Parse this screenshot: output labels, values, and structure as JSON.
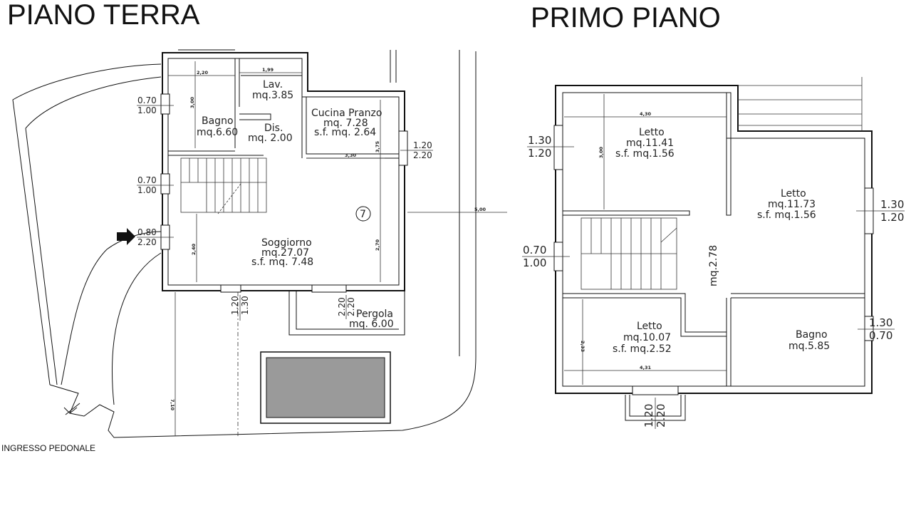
{
  "titles": {
    "ground": "PIANO TERRA",
    "first": "PRIMO PIANO"
  },
  "entrance": "INGRESSO PEDONALE",
  "ground": {
    "bagno": {
      "name": "Bagno",
      "area": "mq.6.60"
    },
    "lav": {
      "name": "Lav.",
      "area": "mq.3.85"
    },
    "dis": {
      "name": "Dis.",
      "area": "mq. 2.00"
    },
    "cucina": {
      "name": "Cucina Pranzo",
      "area": "mq. 7.28",
      "sf": "s.f. mq. 2.64"
    },
    "soggiorno": {
      "name": "Soggiorno",
      "area": "mq.27.07",
      "sf": "s.f. mq. 7.48"
    },
    "pergola": {
      "name": "Pergola",
      "area": "mq. 6.00"
    },
    "unit_number": "7",
    "dims": {
      "d220": "2,20",
      "d199": "1,99",
      "d300": "3,00",
      "d330": "3,30",
      "d375": "3,75",
      "d240": "2,40",
      "d270": "2,70",
      "d500": "5,00",
      "d710": "7,10"
    },
    "windows": {
      "w1": {
        "top": "0.70",
        "bottom": "1.00"
      },
      "w2": {
        "top": "0.70",
        "bottom": "1.00"
      },
      "w3": {
        "top": "0.80",
        "bottom": "2.20"
      },
      "w4": {
        "top": "1.20",
        "bottom": "2.20"
      },
      "w5": {
        "top": "1.20",
        "bottom": "1.30"
      },
      "w6": {
        "top": "2.20",
        "bottom": "2.20"
      }
    }
  },
  "first": {
    "letto1": {
      "name": "Letto",
      "area": "mq.11.41",
      "sf": "s.f. mq.1.56"
    },
    "letto2": {
      "name": "Letto",
      "area": "mq.11.73",
      "sf": "s.f. mq.1.56"
    },
    "letto3": {
      "name": "Letto",
      "area": "mq.10.07",
      "sf": "s.f. mq.2.52"
    },
    "bagno": {
      "name": "Bagno",
      "area": "mq.5.85"
    },
    "corridor_area": "mq.2.78",
    "dims": {
      "d430": "4,30",
      "d300": "3,00",
      "d233": "2,33",
      "d431": "4,31"
    },
    "windows": {
      "w1": {
        "top": "1.30",
        "bottom": "1.20"
      },
      "w2": {
        "top": "1.30",
        "bottom": "1.20"
      },
      "w3": {
        "top": "0.70",
        "bottom": "1.00"
      },
      "w4": {
        "top": "1.30",
        "bottom": "0.70"
      },
      "w5": {
        "top": "1.20",
        "bottom": "2.20"
      }
    }
  }
}
